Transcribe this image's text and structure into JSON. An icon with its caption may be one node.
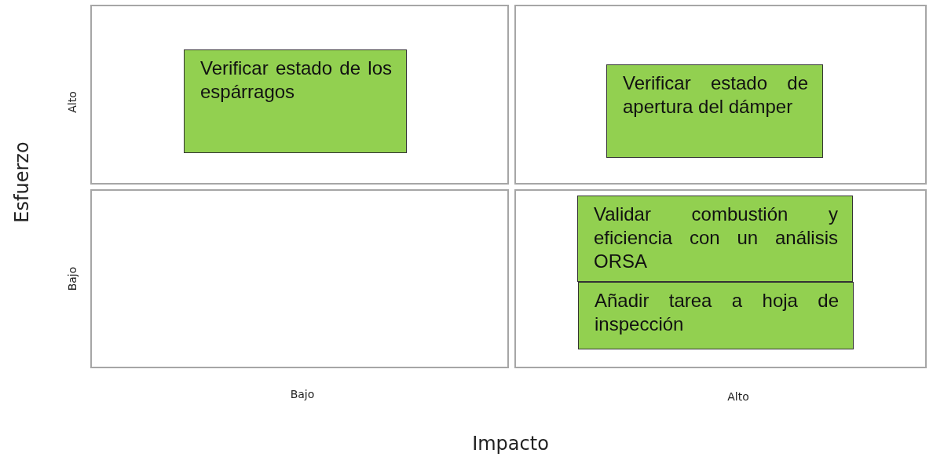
{
  "diagram": {
    "nodes": [
      {
        "text": [],
        "shape": "box"
      },
      {
        "text": [
          "Verificar estado de los espárragos"
        ],
        "in": 0
      },
      {
        "text": [],
        "shape": "box"
      },
      {
        "text": [
          "Verificar estado de apertura del dámper"
        ],
        "in": 2
      },
      {
        "text": [],
        "shape": "box"
      },
      {
        "text": [],
        "shape": "box"
      },
      {
        "text": [
          "Validar combustión y eficiencia con un análisis ORSA"
        ],
        "in": 5
      },
      {
        "text": [
          "Añadir tarea a hoja de inspección"
        ],
        "in": 5
      }
    ],
    "labels": [
      "Alto",
      "Bajo",
      "Esfuerzo",
      "Bajo",
      "Alto",
      "Impacto"
    ]
  }
}
